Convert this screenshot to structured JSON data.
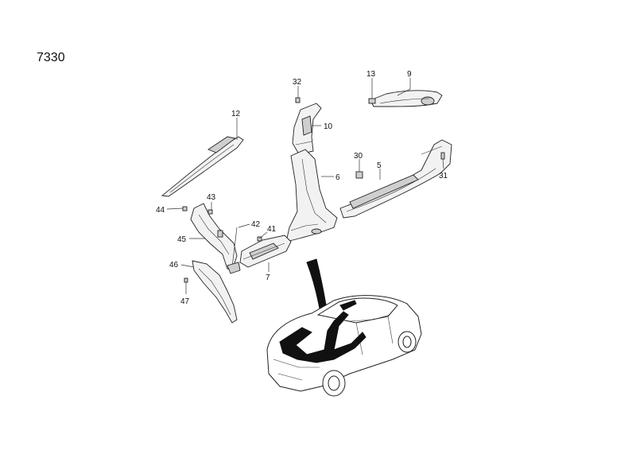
{
  "diagram": {
    "figure_code": "7330",
    "callouts": [
      {
        "id": "c9",
        "label": "9"
      },
      {
        "id": "c13",
        "label": "13"
      },
      {
        "id": "c32",
        "label": "32"
      },
      {
        "id": "c10",
        "label": "10"
      },
      {
        "id": "c12",
        "label": "12"
      },
      {
        "id": "c30",
        "label": "30"
      },
      {
        "id": "c5",
        "label": "5"
      },
      {
        "id": "c6",
        "label": "6"
      },
      {
        "id": "c31",
        "label": "31"
      },
      {
        "id": "c43",
        "label": "43"
      },
      {
        "id": "c44",
        "label": "44"
      },
      {
        "id": "c42",
        "label": "42"
      },
      {
        "id": "c41",
        "label": "41"
      },
      {
        "id": "c45",
        "label": "45"
      },
      {
        "id": "c7",
        "label": "7"
      },
      {
        "id": "c46",
        "label": "46"
      },
      {
        "id": "c47",
        "label": "47"
      }
    ]
  }
}
